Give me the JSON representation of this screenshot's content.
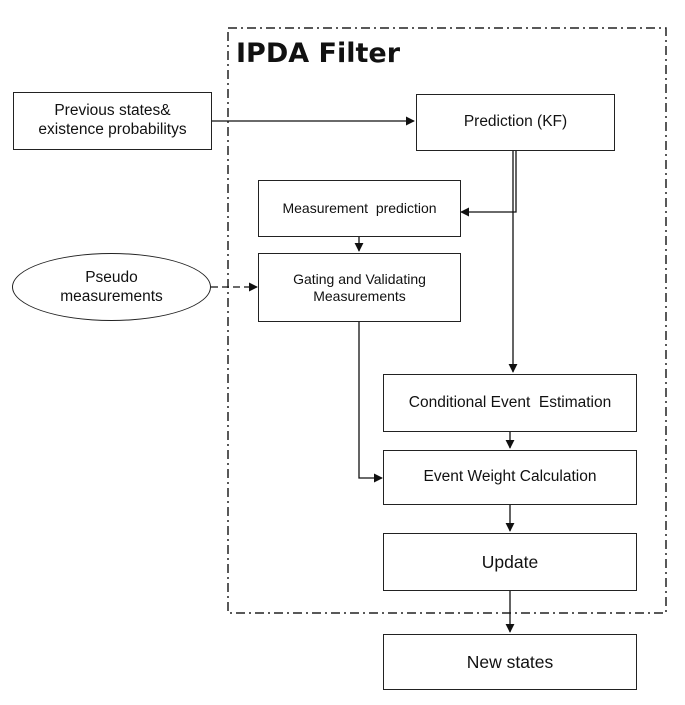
{
  "title": "IPDA Filter",
  "nodes": {
    "previous_states": "Previous states&\nexistence probabilitys",
    "prediction": "Prediction (KF)",
    "measurement_prediction": "Measurement  prediction",
    "pseudo_measurements": "Pseudo\nmeasurements",
    "gating": "Gating and Validating\nMeasurements",
    "conditional_event": "Conditional Event  Estimation",
    "event_weight": "Event Weight Calculation",
    "update": "Update",
    "new_states": "New states"
  },
  "edges": [
    [
      "previous_states",
      "prediction"
    ],
    [
      "prediction",
      "measurement_prediction"
    ],
    [
      "prediction",
      "conditional_event"
    ],
    [
      "measurement_prediction",
      "gating"
    ],
    [
      "pseudo_measurements",
      "gating"
    ],
    [
      "gating",
      "event_weight"
    ],
    [
      "conditional_event",
      "event_weight"
    ],
    [
      "event_weight",
      "update"
    ],
    [
      "update",
      "new_states"
    ]
  ]
}
